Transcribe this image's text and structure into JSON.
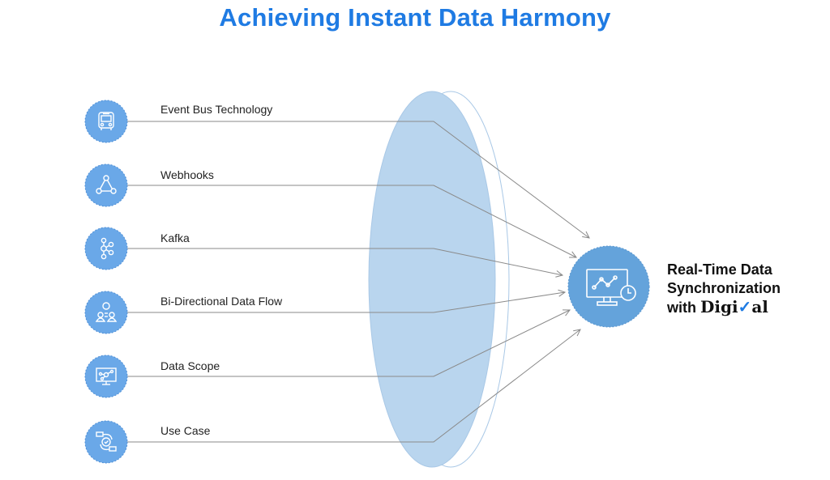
{
  "title": "Achieving Instant Data Harmony",
  "items": [
    {
      "label": "Event Bus Technology",
      "icon": "bus-icon"
    },
    {
      "label": "Webhooks",
      "icon": "webhook-icon"
    },
    {
      "label": "Kafka",
      "icon": "kafka-icon"
    },
    {
      "label": "Bi-Directional Data Flow",
      "icon": "people-exchange-icon"
    },
    {
      "label": "Data Scope",
      "icon": "monitor-network-icon"
    },
    {
      "label": "Use Case",
      "icon": "gear-process-icon"
    }
  ],
  "result": {
    "line1": "Real-Time Data",
    "line2": "Synchronization",
    "line3": "with",
    "logo_text": "Digival",
    "icon": "monitor-chart-clock-icon"
  },
  "colors": {
    "title": "#1f7be3",
    "icon_circle": "#6aa8e8",
    "lens": "#b9d5ee",
    "result_circle": "#64a3db"
  }
}
